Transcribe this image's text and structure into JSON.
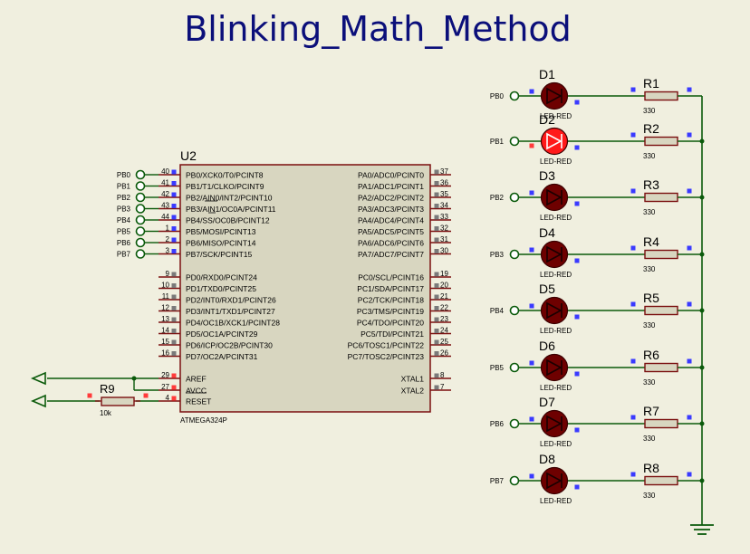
{
  "title": "Blinking_Math_Method",
  "colors": {
    "background": "#f0efdf",
    "wire": "#0a5a0a",
    "body_stroke": "#7a0f0f",
    "chip_fill": "#d8d6c0",
    "led_off": "#6e0000",
    "led_on": "#ff1a1a",
    "pin_red": "#ff3b3b",
    "pin_blue": "#3a3aff",
    "title": "#0b0f7a"
  },
  "mcu": {
    "ref": "U2",
    "part": "ATMEGA324P",
    "left_pins": [
      {
        "num": "40",
        "name": "PB0/XCK0/T0/PCINT8",
        "net": "PB0"
      },
      {
        "num": "41",
        "name": "PB1/T1/CLKO/PCINT9",
        "net": "PB1"
      },
      {
        "num": "42",
        "name": "PB2/AIN0/INT2/PCINT10",
        "net": "PB2"
      },
      {
        "num": "43",
        "name": "PB3/AIN1/OC0A/PCINT11",
        "net": "PB3"
      },
      {
        "num": "44",
        "name": "PB4/SS/OC0B/PCINT12",
        "net": "PB4"
      },
      {
        "num": "1",
        "name": "PB5/MOSI/PCINT13",
        "net": "PB5"
      },
      {
        "num": "2",
        "name": "PB6/MISO/PCINT14",
        "net": "PB6"
      },
      {
        "num": "3",
        "name": "PB7/SCK/PCINT15",
        "net": "PB7"
      },
      {
        "num": "9",
        "name": "PD0/RXD0/PCINT24",
        "net": ""
      },
      {
        "num": "10",
        "name": "PD1/TXD0/PCINT25",
        "net": ""
      },
      {
        "num": "11",
        "name": "PD2/INT0/RXD1/PCINT26",
        "net": ""
      },
      {
        "num": "12",
        "name": "PD3/INT1/TXD1/PCINT27",
        "net": ""
      },
      {
        "num": "13",
        "name": "PD4/OC1B/XCK1/PCINT28",
        "net": ""
      },
      {
        "num": "14",
        "name": "PD5/OC1A/PCINT29",
        "net": ""
      },
      {
        "num": "15",
        "name": "PD6/ICP/OC2B/PCINT30",
        "net": ""
      },
      {
        "num": "16",
        "name": "PD7/OC2A/PCINT31",
        "net": ""
      },
      {
        "num": "29",
        "name": "AREF",
        "net": ""
      },
      {
        "num": "27",
        "name": "AVCC",
        "net": ""
      },
      {
        "num": "4",
        "name": "RESET",
        "net": ""
      }
    ],
    "right_pins": [
      {
        "num": "37",
        "name": "PA0/ADC0/PCINT0"
      },
      {
        "num": "36",
        "name": "PA1/ADC1/PCINT1"
      },
      {
        "num": "35",
        "name": "PA2/ADC2/PCINT2"
      },
      {
        "num": "34",
        "name": "PA3/ADC3/PCINT3"
      },
      {
        "num": "33",
        "name": "PA4/ADC4/PCINT4"
      },
      {
        "num": "32",
        "name": "PA5/ADC5/PCINT5"
      },
      {
        "num": "31",
        "name": "PA6/ADC6/PCINT6"
      },
      {
        "num": "30",
        "name": "PA7/ADC7/PCINT7"
      },
      {
        "num": "19",
        "name": "PC0/SCL/PCINT16"
      },
      {
        "num": "20",
        "name": "PC1/SDA/PCINT17"
      },
      {
        "num": "21",
        "name": "PC2/TCK/PCINT18"
      },
      {
        "num": "22",
        "name": "PC3/TMS/PCINT19"
      },
      {
        "num": "23",
        "name": "PC4/TDO/PCINT20"
      },
      {
        "num": "24",
        "name": "PC5/TDI/PCINT21"
      },
      {
        "num": "25",
        "name": "PC6/TOSC1/PCINT22"
      },
      {
        "num": "26",
        "name": "PC7/TOSC2/PCINT23"
      },
      {
        "num": "8",
        "name": "XTAL1"
      },
      {
        "num": "7",
        "name": "XTAL2"
      }
    ]
  },
  "reset_resistor": {
    "ref": "R9",
    "value": "10k"
  },
  "led_rows": [
    {
      "net": "PB0",
      "led_ref": "D1",
      "led_part": "LED-RED",
      "lit": false,
      "res_ref": "R1",
      "res_value": "330"
    },
    {
      "net": "PB1",
      "led_ref": "D2",
      "led_part": "LED-RED",
      "lit": true,
      "res_ref": "R2",
      "res_value": "330"
    },
    {
      "net": "PB2",
      "led_ref": "D3",
      "led_part": "LED-RED",
      "lit": false,
      "res_ref": "R3",
      "res_value": "330"
    },
    {
      "net": "PB3",
      "led_ref": "D4",
      "led_part": "LED-RED",
      "lit": false,
      "res_ref": "R4",
      "res_value": "330"
    },
    {
      "net": "PB4",
      "led_ref": "D5",
      "led_part": "LED-RED",
      "lit": false,
      "res_ref": "R5",
      "res_value": "330"
    },
    {
      "net": "PB5",
      "led_ref": "D6",
      "led_part": "LED-RED",
      "lit": false,
      "res_ref": "R6",
      "res_value": "330"
    },
    {
      "net": "PB6",
      "led_ref": "D7",
      "led_part": "LED-RED",
      "lit": false,
      "res_ref": "R7",
      "res_value": "330"
    },
    {
      "net": "PB7",
      "led_ref": "D8",
      "led_part": "LED-RED",
      "lit": false,
      "res_ref": "R8",
      "res_value": "330"
    }
  ]
}
